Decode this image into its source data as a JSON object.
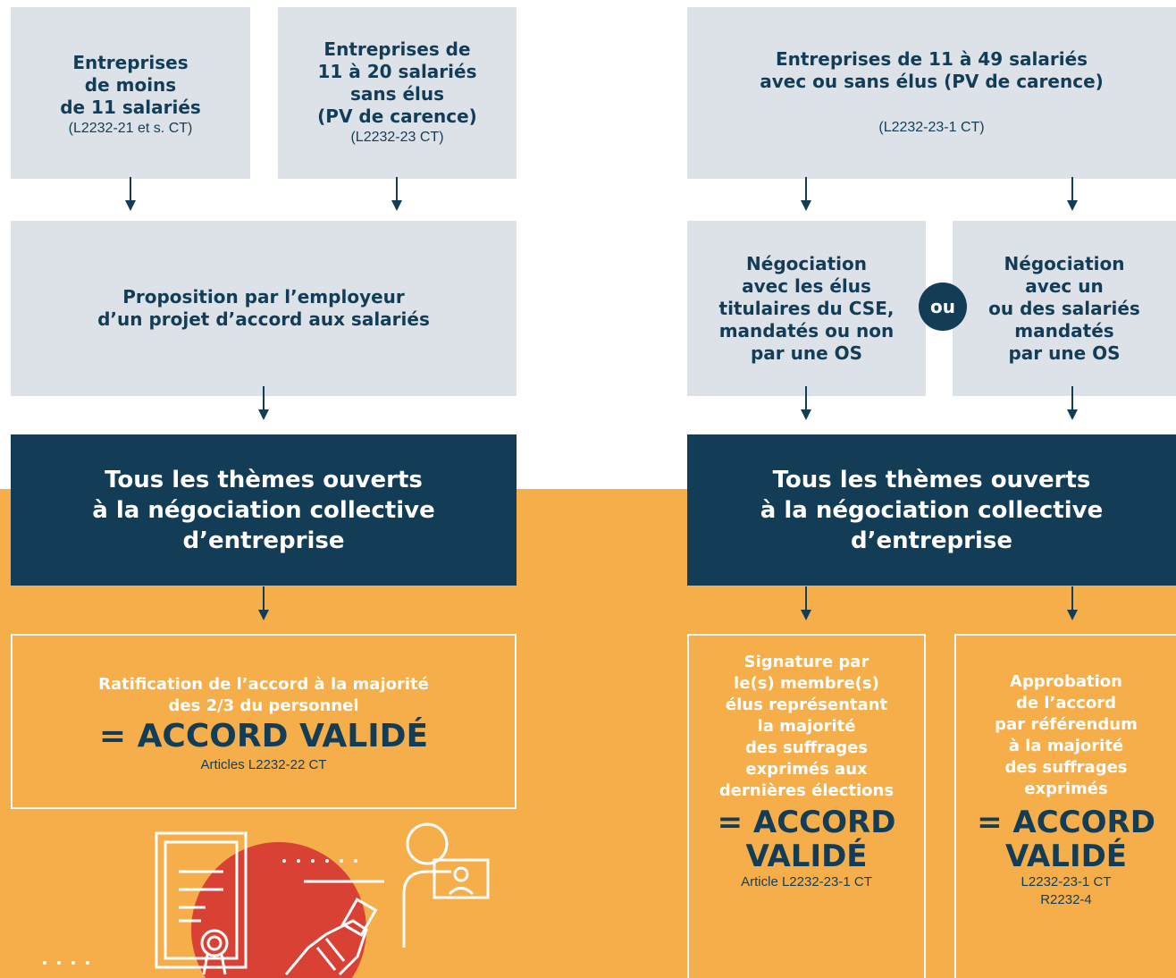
{
  "left": {
    "box_moins11": {
      "lines": [
        "Entreprises",
        "de moins",
        "de 11 salariés"
      ],
      "ref": "(L2232-21 et s. CT)"
    },
    "box_11_20": {
      "lines": [
        "Entreprises de",
        "11 à 20 salariés",
        "sans élus",
        "(PV de carence)"
      ],
      "ref": "(L2232-23 CT)"
    },
    "proposition": {
      "lines": [
        "Proposition par l’employeur",
        "d’un projet d’accord aux salariés"
      ]
    },
    "themes": {
      "lines": [
        "Tous les thèmes ouverts",
        "à la négociation collective",
        "d’entreprise"
      ]
    },
    "ratification": {
      "lines": [
        "Ratification de l’accord à la majorité",
        "des 2/3 du personnel"
      ],
      "validated": "= ACCORD VALIDÉ",
      "ref": "Articles L2232-22 CT"
    }
  },
  "right": {
    "box_11_49": {
      "lines": [
        "Entreprises de 11 à 49 salariés",
        "avec ou sans élus (PV de carence)"
      ],
      "ref": "(L2232-23-1 CT)"
    },
    "nego_elus": {
      "lines": [
        "Négociation",
        "avec les élus",
        "titulaires du CSE,",
        "mandatés ou non",
        "par une OS"
      ]
    },
    "ou_label": "ou",
    "nego_salaries": {
      "lines": [
        "Négociation",
        "avec un",
        "ou des salariés",
        "mandatés",
        "par une OS"
      ]
    },
    "themes": {
      "lines": [
        "Tous les thèmes ouverts",
        "à la négociation collective",
        "d’entreprise"
      ]
    },
    "signature": {
      "lines": [
        "Signature par",
        "le(s) membre(s)",
        "élus représentant",
        "la majorité",
        "des suffrages",
        "exprimés aux",
        "dernières élections"
      ],
      "validated": [
        "= ACCORD",
        "VALIDÉ"
      ],
      "ref": "Article L2232-23-1 CT"
    },
    "approbation": {
      "lines": [
        "Approbation",
        "de l’accord",
        "par référendum",
        "à la majorité",
        "des suffrages",
        "exprimés"
      ],
      "validated": [
        "= ACCORD",
        "VALIDÉ"
      ],
      "refs": [
        "L2232-23-1 CT",
        "R2232-4"
      ]
    }
  },
  "colors": {
    "navy": "#133d56",
    "grey": "#dce2e8",
    "orange": "#f6ae4a",
    "red": "#d94135",
    "white": "#ffffff"
  },
  "illustration_icons": [
    "certificate-icon",
    "handshake-icon",
    "video-call-icon"
  ]
}
